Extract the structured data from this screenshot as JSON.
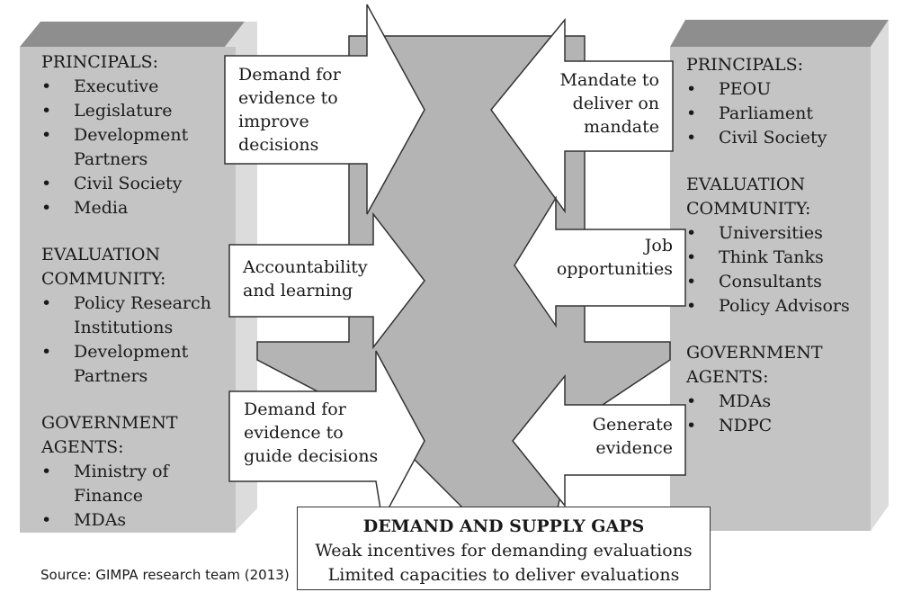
{
  "left_panel": {
    "sections": [
      {
        "header": "PRINCIPALS:",
        "items": [
          "Executive",
          "Legislature",
          "Development Partners",
          "Civil Society",
          "Media"
        ]
      },
      {
        "header": "EVALUATION COMMUNITY:",
        "items": [
          "Policy Research Institutions",
          "Development Partners"
        ]
      },
      {
        "header": "GOVERNMENT AGENTS:",
        "items": [
          "Ministry of Finance",
          "MDAs"
        ]
      }
    ]
  },
  "right_panel": {
    "sections": [
      {
        "header": "PRINCIPALS:",
        "items": [
          "PEOU",
          "Parliament",
          "Civil Society"
        ]
      },
      {
        "header": "EVALUATION COMMUNITY:",
        "items": [
          "Universities",
          "Think Tanks",
          "Consultants",
          "Policy Advisors"
        ]
      },
      {
        "header": "GOVERNMENT AGENTS:",
        "items": [
          "MDAs",
          "NDPC"
        ]
      }
    ]
  },
  "demand_arrows": [
    "Demand for evidence to improve decisions",
    "Accountability and learning",
    "Demand for evidence to guide decisions"
  ],
  "supply_arrows": [
    "Mandate to deliver on mandate",
    "Job opportunities",
    "Generate evidence"
  ],
  "gaps_box": {
    "title": "DEMAND AND SUPPLY GAPS",
    "lines": [
      "Weak incentives for demanding evaluations",
      "Limited capacities to deliver evaluations"
    ]
  },
  "source": "Source: GIMPA research team (2013)",
  "colors": {
    "panel": "#c4c4c4",
    "panel_top": "#8e8e8e",
    "panel_side": "#dcdcdc",
    "center": "#b4b4b4",
    "outline": "#333333"
  }
}
